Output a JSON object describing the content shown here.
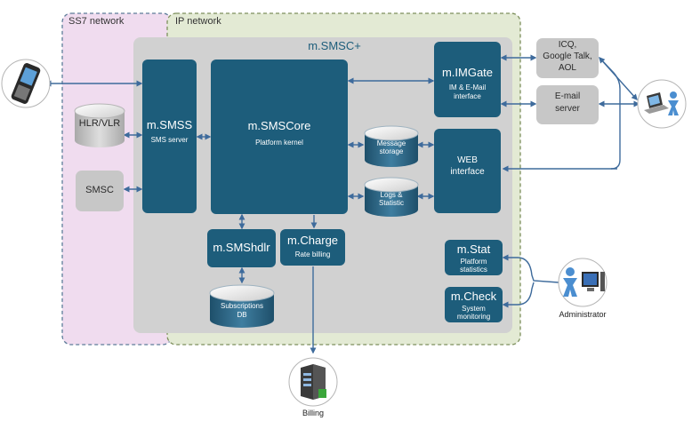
{
  "zones": {
    "ss7": "SS7 network",
    "ip": "IP network",
    "platform": "m.SMSC+"
  },
  "modules": {
    "smss": {
      "title": "m.SMSS",
      "subtitle": "SMS server"
    },
    "smscore": {
      "title": "m.SMSCore",
      "subtitle": "Platform kernel"
    },
    "imgate": {
      "title": "m.IMGate",
      "subtitle_line1": "IM & E-Mail",
      "subtitle_line2": "interface"
    },
    "web": {
      "line1": "WEB",
      "line2": "interface"
    },
    "smshdlr": {
      "title": "m.SMShdlr"
    },
    "charge": {
      "title": "m.Charge",
      "subtitle": "Rate billing"
    },
    "stat": {
      "title": "m.Stat",
      "subtitle_line1": "Platform",
      "subtitle_line2": "statistics"
    },
    "check": {
      "title": "m.Check",
      "subtitle_line1": "System",
      "subtitle_line2": "monitoring"
    }
  },
  "storages": {
    "hlr": "HLR/VLR",
    "message_line1": "Message",
    "message_line2": "storage",
    "logs_line1": "Logs &",
    "logs_line2": "Statistic",
    "subs_line1": "Subscriptions",
    "subs_line2": "DB"
  },
  "external": {
    "smsc": "SMSC",
    "im_line1": "ICQ,",
    "im_line2": "Google Talk,",
    "im_line3": "AOL",
    "email_line1": "E-mail",
    "email_line2": "server"
  },
  "actors": {
    "administrator": "Administrator",
    "billing": "Billing"
  },
  "colors": {
    "module": "#1d5d7b",
    "platform": "#d1d1d1",
    "ss7_zone": "#f0dcef",
    "ip_zone": "#e3ead4",
    "external_box": "#c7c7c7",
    "connector": "#3e6b9c"
  }
}
